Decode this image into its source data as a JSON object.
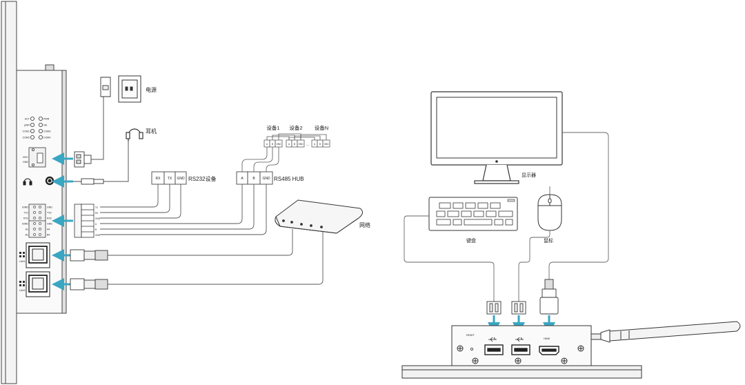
{
  "labels": {
    "power": "电源",
    "headset": "耳机",
    "rs232": "RS232设备",
    "rs485_hub": "RS485 HUB",
    "device1": "设备1",
    "device2": "设备2",
    "deviceN": "设备N",
    "network": "网络",
    "monitor": "显示器",
    "keyboard": "键盘",
    "mouse": "鼠标"
  },
  "rs232_pins": [
    "RX",
    "TX",
    "GND"
  ],
  "rs485_pins": [
    "A",
    "B",
    "GND"
  ],
  "device_pins": [
    "A",
    "B",
    "GND"
  ],
  "device_ellipsis": "...",
  "left_panel": {
    "leds_left": [
      "ACT",
      "pWR",
      "COM1",
      "COM2"
    ],
    "leds_right": [
      "PWR",
      "HD",
      "COM3",
      "COM4"
    ],
    "power_pins": [
      "VIN+",
      "GND"
    ],
    "serial_left": [
      "IGND",
      "TX1",
      "RX1",
      "IGND",
      "A1",
      "B1"
    ],
    "serial_right": [
      "GND",
      "TX2",
      "RX2",
      "GND",
      "A4",
      "B4"
    ],
    "terminal_pins": [
      "TX",
      "RX",
      "GND",
      "A",
      "B",
      "GND"
    ],
    "lan_labels": [
      "LAN1",
      "LAN2"
    ]
  },
  "right_panel": {
    "reset_label": "RESET",
    "hdmi_label": "HDMI"
  },
  "colors": {
    "arrow": "#3aa6c2",
    "line": "#555555",
    "device_fill": "#ececec"
  }
}
